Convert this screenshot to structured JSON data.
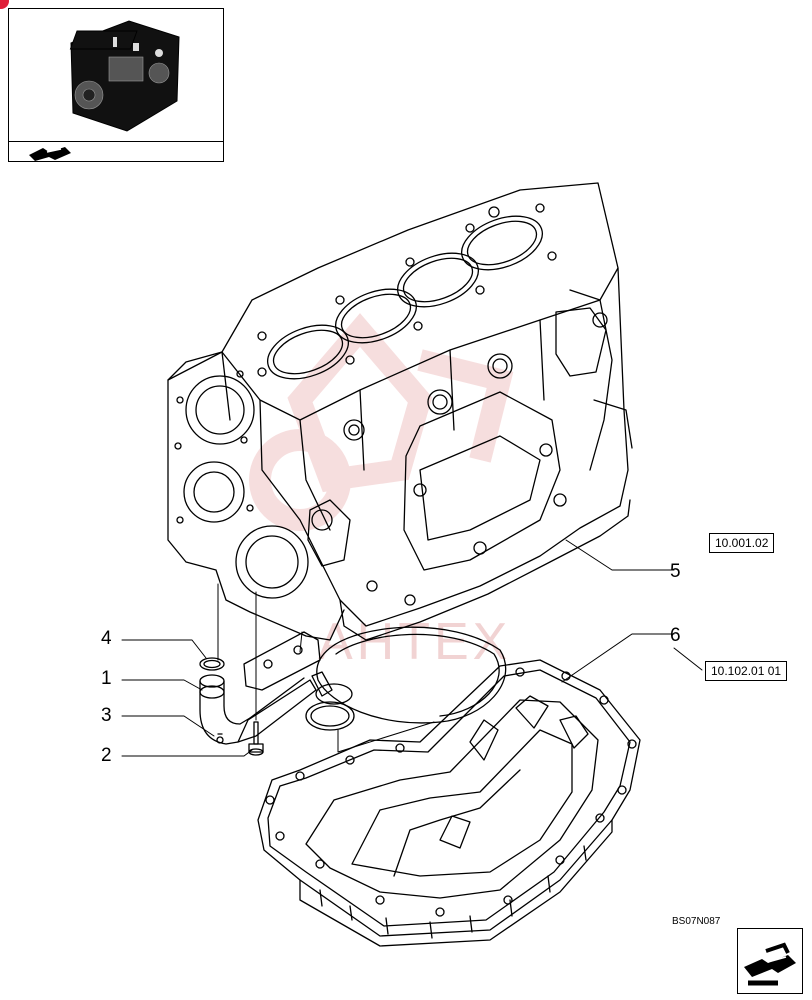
{
  "callouts": [
    {
      "num": "1"
    },
    {
      "num": "2"
    },
    {
      "num": "3"
    },
    {
      "num": "4"
    },
    {
      "num": "5",
      "ref": "10.001.02"
    },
    {
      "num": "6",
      "ref": "10.102.01 01"
    }
  ],
  "drawing_code": "BS07N087",
  "watermark": "AHTEX",
  "colors": {
    "line": "#000000",
    "watermark": "#e8b4b4",
    "accent": "#e0203a"
  },
  "icons": {
    "thumbnail_nav": "arrow-icon",
    "next_page": "arrow-icon"
  }
}
